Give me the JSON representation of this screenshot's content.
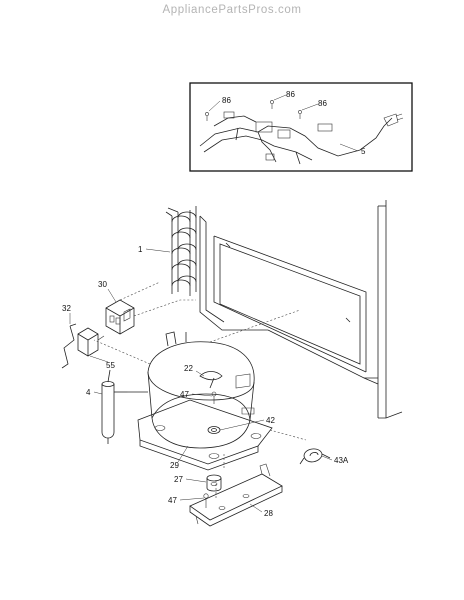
{
  "watermark": "AppliancePartsPros.com",
  "inset_labels": [
    "86",
    "86",
    "86",
    "5"
  ],
  "part_labels": [
    "1",
    "30",
    "32",
    "55",
    "4",
    "22",
    "47",
    "42",
    "29",
    "27",
    "47",
    "28",
    "43A"
  ]
}
